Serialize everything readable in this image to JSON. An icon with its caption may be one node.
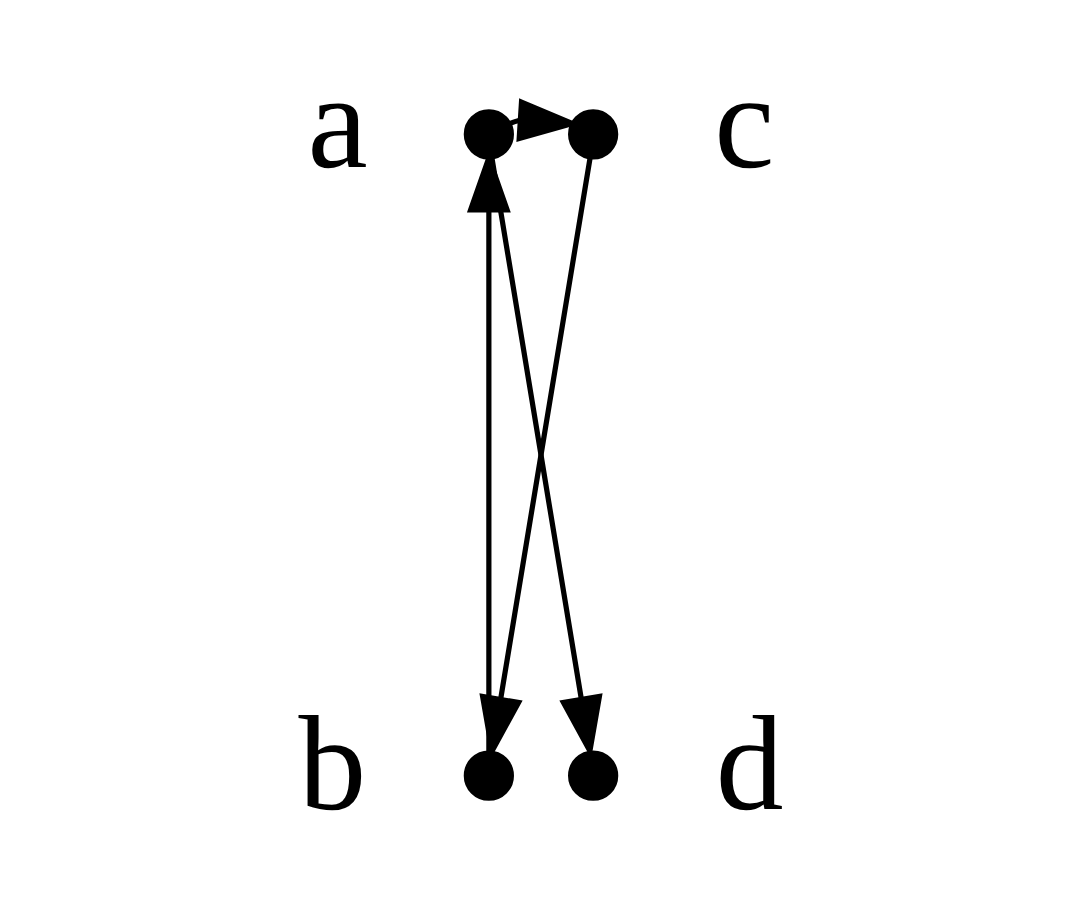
{
  "diagram": {
    "nodes": [
      {
        "text": [],
        "shape": "circle",
        "beside": [
          "a"
        ]
      },
      {
        "text": [],
        "shape": "circle",
        "beside": [
          "c"
        ]
      },
      {
        "text": [],
        "shape": "circle",
        "beside": [
          "b"
        ]
      },
      {
        "text": [],
        "shape": "circle",
        "beside": [
          "d"
        ]
      }
    ],
    "edges": [
      {
        "from": 0,
        "to": 1,
        "arrow": "to"
      },
      {
        "from": 0,
        "to": 3,
        "arrow": "to"
      },
      {
        "from": 2,
        "to": 0,
        "arrow": "to"
      },
      {
        "from": 1,
        "to": 2,
        "arrow": "to"
      }
    ]
  }
}
